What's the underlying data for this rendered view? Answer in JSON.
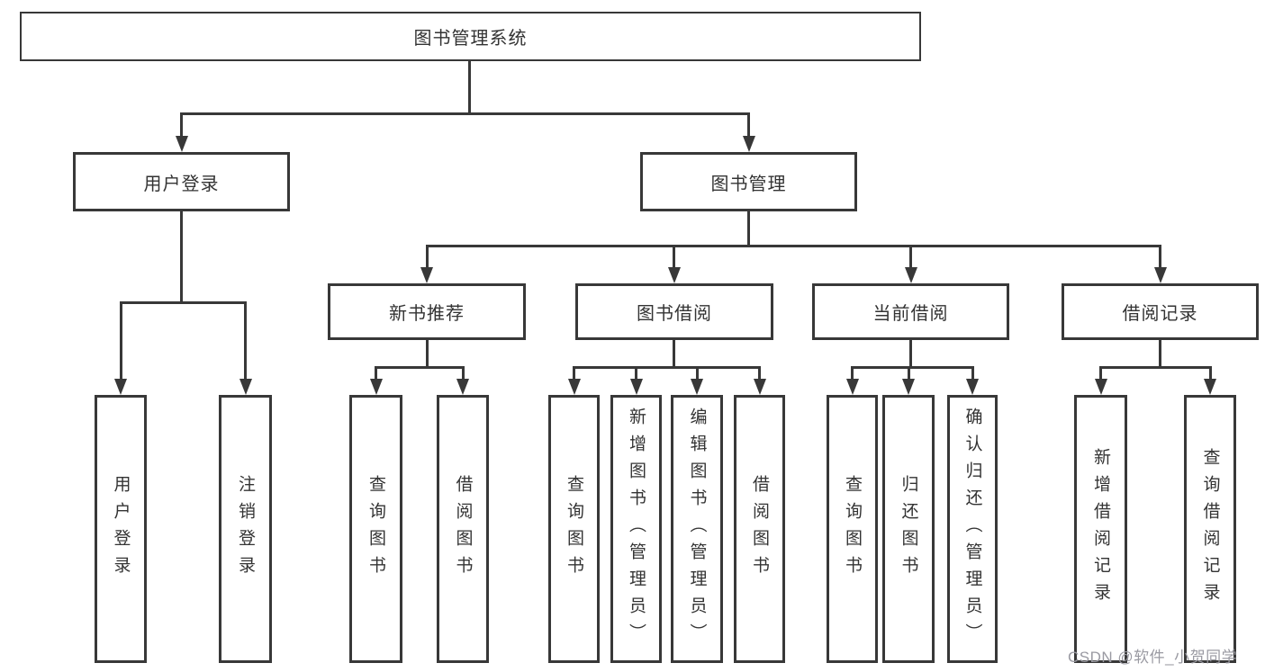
{
  "title": "图书管理系统",
  "watermark": "CSDN @软件_小贺同学",
  "colors": {
    "line": "#383838",
    "text": "#333333",
    "box_fill": "#ffffff",
    "watermark": "#9a9aa2",
    "background": "#ffffff"
  },
  "tree": {
    "label": "图书管理系统",
    "children": [
      {
        "label": "用户登录",
        "children": [
          {
            "label": "用户登录"
          },
          {
            "label": "注销登录"
          }
        ]
      },
      {
        "label": "图书管理",
        "children": [
          {
            "label": "新书推荐",
            "children": [
              {
                "label": "查询图书"
              },
              {
                "label": "借阅图书"
              }
            ]
          },
          {
            "label": "图书借阅",
            "children": [
              {
                "label": "查询图书"
              },
              {
                "label": "新增图书（管理员）"
              },
              {
                "label": "编辑图书（管理员）"
              },
              {
                "label": "借阅图书"
              }
            ]
          },
          {
            "label": "当前借阅",
            "children": [
              {
                "label": "查询图书"
              },
              {
                "label": "归还图书"
              },
              {
                "label": "确认归还（管理员）"
              }
            ]
          },
          {
            "label": "借阅记录",
            "children": [
              {
                "label": "新增借阅记录"
              },
              {
                "label": "查询借阅记录"
              }
            ]
          }
        ]
      }
    ]
  }
}
